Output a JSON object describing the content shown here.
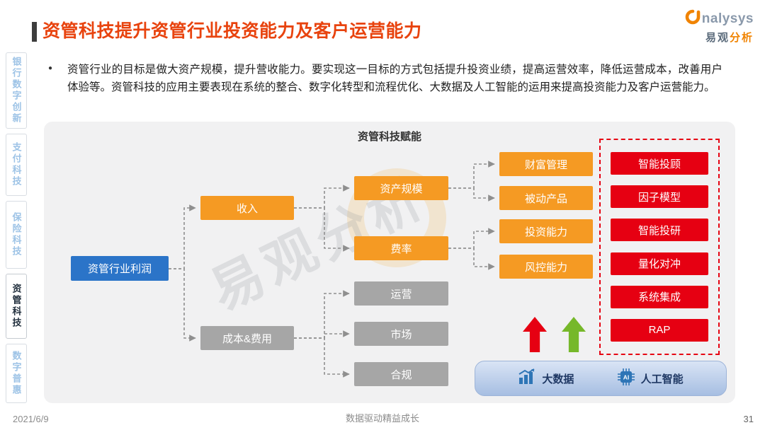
{
  "page": {
    "title": "资管科技提升资管行业投资能力及客户运营能力",
    "footer_date": "2021/6/9",
    "footer_center": "数据驱动精益成长",
    "footer_page": "31"
  },
  "logo": {
    "brand_rest": "nalysys",
    "cn_left": "易观",
    "cn_right": "分析"
  },
  "bullet": {
    "marker": "●",
    "text": "资管行业的目标是做大资产规模，提升营收能力。要实现这一目标的方式包括提升投资业绩，提高运营效率，降低运营成本，改善用户体验等。资管科技的应用主要表现在系统的整合、数字化转型和流程优化、大数据及人工智能的运用来提高投资能力及客户运营能力。"
  },
  "sidebar": {
    "items": [
      {
        "label": "银行数字创新"
      },
      {
        "label": "支付科技"
      },
      {
        "label": "保险科技"
      },
      {
        "label": "资管科技"
      },
      {
        "label": "数字普惠"
      }
    ]
  },
  "diagram": {
    "title": "资管科技赋能",
    "nodes": {
      "root": "资管行业利润",
      "revenue": "收入",
      "cost": "成本&费用",
      "asset_scale": "资产规模",
      "fee_rate": "费率",
      "operations": "运营",
      "market": "市场",
      "compliance": "合规",
      "wealth_mgmt": "财富管理",
      "passive_product": "被动产品",
      "invest_ability": "投资能力",
      "risk_control": "风控能力"
    },
    "tech_items": [
      "智能投顾",
      "因子模型",
      "智能投研",
      "量化对冲",
      "系统集成",
      "RAP"
    ],
    "legend": {
      "bigdata": "大数据",
      "ai": "人工智能",
      "ai_chip": "AI"
    },
    "colors": {
      "orange": "#f59a23",
      "gray": "#a6a6a6",
      "blue": "#2b74c8",
      "red": "#e60012",
      "green": "#76b82a"
    }
  },
  "watermark": {
    "text": "易观分析"
  }
}
